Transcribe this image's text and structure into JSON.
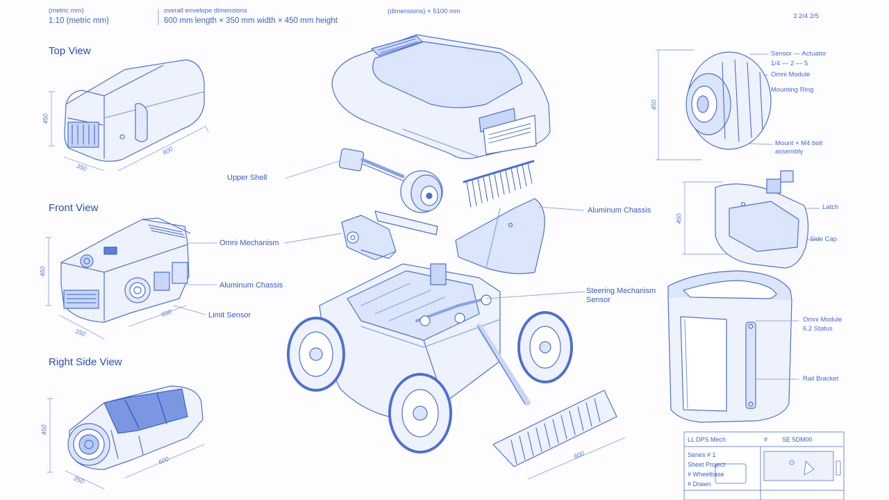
{
  "colors": {
    "ink": "#2f55c4",
    "line": "#4d6fd2",
    "fill": "#dbe5fb",
    "fill_dark": "#7c97e2",
    "paper": "#fdfdff"
  },
  "header": {
    "scale_label": "(metric mm)",
    "scale_value": "1:10 (metric mm)",
    "dims_top": "overall envelope dimensions",
    "dims_value": "600 mm length × 350 mm width × 450 mm height",
    "center_note": "(dimensions) × 5100 mm",
    "sheet_code": "3 2/4 2/5"
  },
  "views": {
    "top": {
      "title": "Top View",
      "dim_length": "600",
      "dim_width": "350",
      "dim_height": "450"
    },
    "front": {
      "title": "Front View",
      "dim_length": "600",
      "dim_width": "350",
      "dim_height": "450"
    },
    "right": {
      "title": "Right Side View",
      "dim_length": "600",
      "dim_width": "350",
      "dim_height": "450"
    }
  },
  "callouts": {
    "upper_shell": "Upper Shell",
    "aluminum_chassis": "Aluminum Chassis",
    "omni_mechanism": "Omni Mechanism",
    "aluminum_chassis_front": "Aluminum Chassis",
    "limit_sensor": "Limit Sensor",
    "steering_sensor_1": "Steering Mechanism",
    "steering_sensor_2": "Sensor",
    "main_length": "600"
  },
  "details": {
    "motor_1": "Sensor — Actuator",
    "motor_2": "1/4 — 2 — 5",
    "motor_3": "Omni Module",
    "motor_4": "Mounting Ring",
    "motor_5": "Mount × M4 bolt",
    "motor_6": "assembly",
    "motor_dim": "450",
    "shell_1": "Latch",
    "shell_2": "Side Cap",
    "shell_dim": "450",
    "bin_1": "Omni Module",
    "bin_2": "6.2 Status",
    "bin_3": "Rail Bracket"
  },
  "title_block": {
    "label_1": "LL DPS Mech",
    "label_2": "#",
    "label_3": "SE 5DM00",
    "row_1": "Series # 1",
    "row_2": "Sheet Project",
    "row_3": "# Wheelbase",
    "row_4": "# Drawn"
  }
}
